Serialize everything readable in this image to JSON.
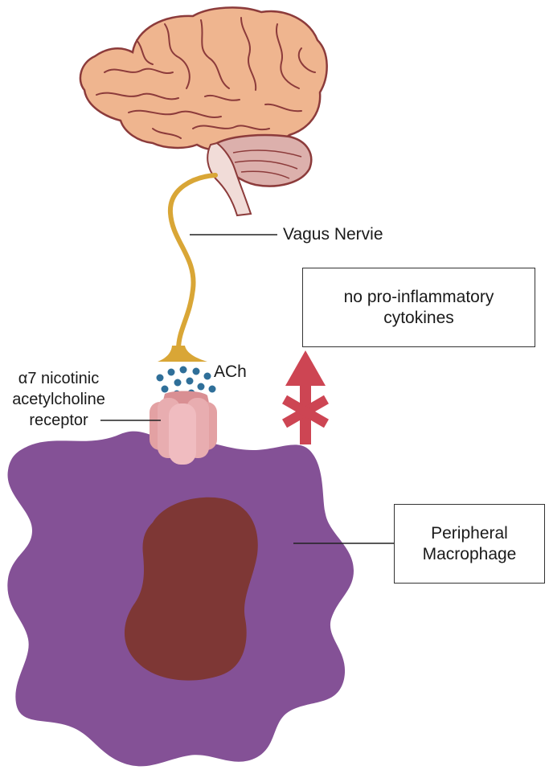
{
  "labels": {
    "nerve": "Vagus Nervie",
    "ach": "ACh",
    "receptor_line1": "α7 nicotinic",
    "receptor_line2": "acetylcholine",
    "receptor_line3": "receptor",
    "cytokines_line1": "no pro-inflammatory",
    "cytokines_line2": "cytokines",
    "macrophage_line1": "Peripheral",
    "macrophage_line2": "Macrophage"
  },
  "colors": {
    "brain": "#efb58f",
    "brain_outline": "#8c3b3b",
    "cerebellum": "#dcb0ac",
    "nerve": "#d9a636",
    "ach_dots": "#2f6f99",
    "receptor": "#e3a1a3",
    "receptor_center": "#f0bcc0",
    "macrophage": "#845196",
    "nucleus": "#7e3735",
    "inhibition_arrow": "#cd4553"
  }
}
